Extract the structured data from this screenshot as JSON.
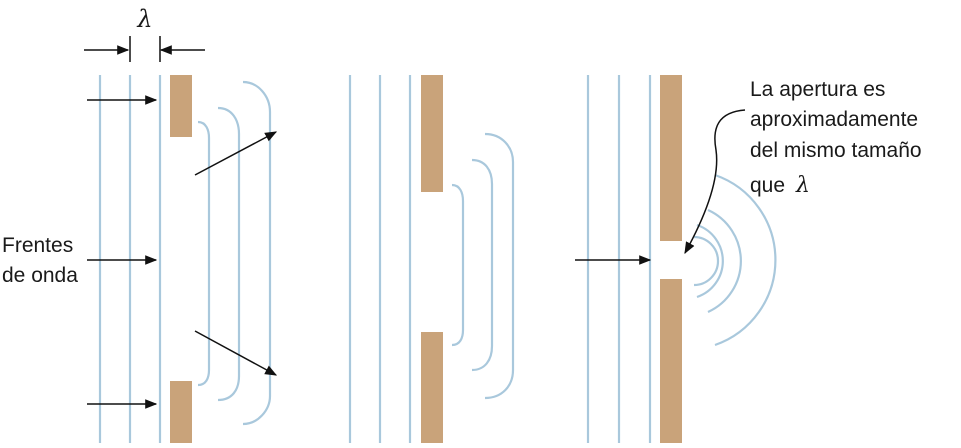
{
  "symbols": {
    "wavelength": "λ"
  },
  "labels": {
    "wavefronts_line1": "Frentes",
    "wavefronts_line2": "de onda",
    "aperture_line1": "La apertura es",
    "aperture_line2": "aproximadamente",
    "aperture_line3": "del mismo tamaño",
    "aperture_line4": "que"
  },
  "colors": {
    "wave": "#a9c8dc",
    "barrier": "#c9a37a",
    "arrow": "#111111"
  }
}
